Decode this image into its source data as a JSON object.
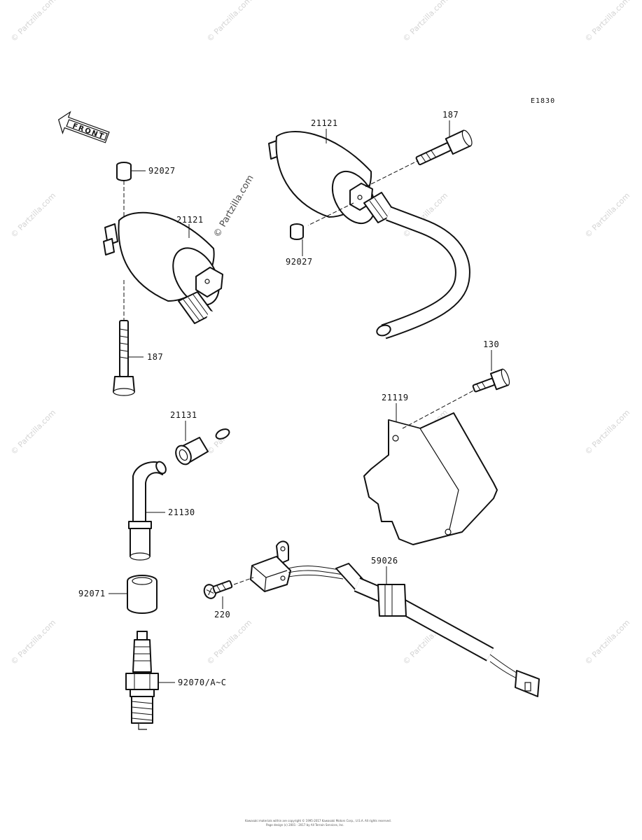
{
  "diagram_code": "E1830",
  "front_label": "FRONT",
  "watermark": "© Partzilla.com",
  "copyright_line1": "Kawasaki materials within are copyright © 1995-2017 Kawasaki Motors Corp., U.S.A. All rights reserved.",
  "copyright_line2": "Page design (c) 2001 - 2017 by All Terrain Services, Inc.",
  "parts": [
    {
      "number": "92027"
    },
    {
      "number": "21121"
    },
    {
      "number": "187"
    },
    {
      "number": "21121"
    },
    {
      "number": "187"
    },
    {
      "number": "92027"
    },
    {
      "number": "130"
    },
    {
      "number": "21119"
    },
    {
      "number": "21131"
    },
    {
      "number": "21130"
    },
    {
      "number": "59026"
    },
    {
      "number": "92071"
    },
    {
      "number": "220"
    },
    {
      "number": "92070/A~C"
    }
  ]
}
